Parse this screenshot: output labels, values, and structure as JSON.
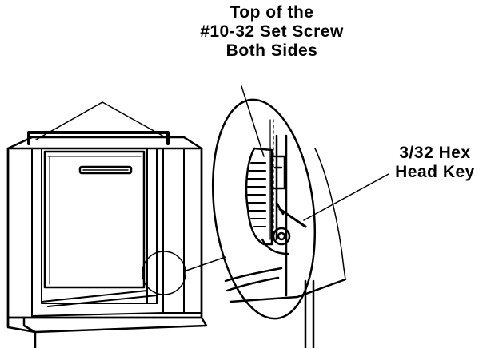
{
  "callouts": {
    "set_screw": {
      "lines": [
        "Top of the",
        "#10-32 Set Screw",
        "Both Sides"
      ]
    },
    "hex_key": {
      "lines": [
        "3/32 Hex",
        "Head Key"
      ]
    }
  },
  "colors": {
    "ink": "#000000",
    "paper": "#ffffff"
  }
}
